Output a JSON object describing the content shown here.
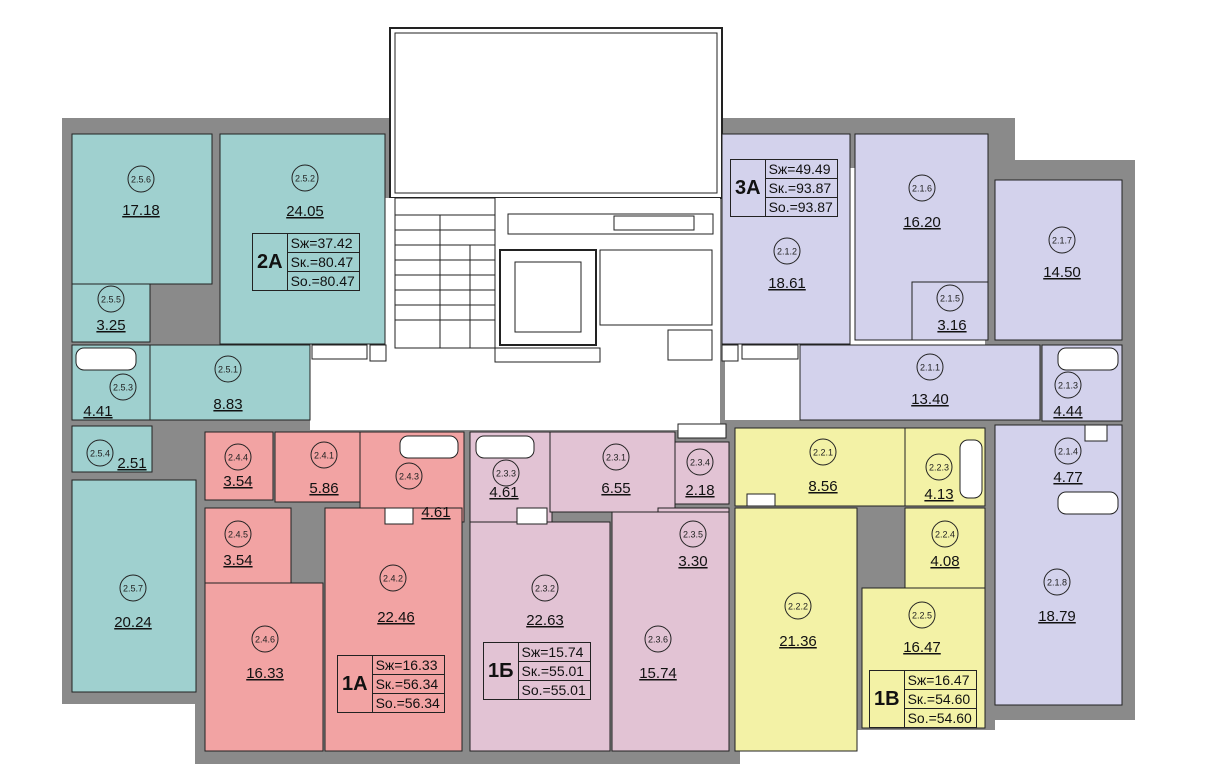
{
  "colors": {
    "apt_2A": "#9fd0cf",
    "apt_3A": "#d3d2ec",
    "apt_1A": "#f2a3a3",
    "apt_1B": "#e2c3d4",
    "apt_1V": "#f3f2a6",
    "wall": "#8a8a8a",
    "line": "#222222"
  },
  "rooms": [
    {
      "id": "2.5.6",
      "area": "17.18"
    },
    {
      "id": "2.5.2",
      "area": "24.05"
    },
    {
      "id": "2.5.5",
      "area": "3.25"
    },
    {
      "id": "2.5.3",
      "area": "4.41"
    },
    {
      "id": "2.5.1",
      "area": "8.83"
    },
    {
      "id": "2.5.4",
      "area": "2.51"
    },
    {
      "id": "2.5.7",
      "area": "20.24"
    },
    {
      "id": "2.1.2",
      "area": "18.61"
    },
    {
      "id": "2.1.6",
      "area": "16.20"
    },
    {
      "id": "2.1.7",
      "area": "14.50"
    },
    {
      "id": "2.1.5",
      "area": "3.16"
    },
    {
      "id": "2.1.1",
      "area": "13.40"
    },
    {
      "id": "2.1.3",
      "area": "4.44"
    },
    {
      "id": "2.1.4",
      "area": "4.77"
    },
    {
      "id": "2.1.8",
      "area": "18.79"
    },
    {
      "id": "2.4.4",
      "area": "3.54"
    },
    {
      "id": "2.4.1",
      "area": "5.86"
    },
    {
      "id": "2.4.3",
      "area": "4.61"
    },
    {
      "id": "2.4.5",
      "area": "3.54"
    },
    {
      "id": "2.4.2",
      "area": "22.46"
    },
    {
      "id": "2.4.6",
      "area": "16.33"
    },
    {
      "id": "2.3.3",
      "area": "4.61"
    },
    {
      "id": "2.3.1",
      "area": "6.55"
    },
    {
      "id": "2.3.4",
      "area": "2.18"
    },
    {
      "id": "2.3.5",
      "area": "3.30"
    },
    {
      "id": "2.3.2",
      "area": "22.63"
    },
    {
      "id": "2.3.6",
      "area": "15.74"
    },
    {
      "id": "2.2.1",
      "area": "8.56"
    },
    {
      "id": "2.2.3",
      "area": "4.13"
    },
    {
      "id": "2.2.4",
      "area": "4.08"
    },
    {
      "id": "2.2.2",
      "area": "21.36"
    },
    {
      "id": "2.2.5",
      "area": "16.47"
    }
  ],
  "apartments": [
    {
      "code": "2А",
      "living": "Sж=37.42",
      "total": "Sк.=80.47",
      "overall": "Sо.=80.47"
    },
    {
      "code": "3А",
      "living": "Sж=49.49",
      "total": "Sк.=93.87",
      "overall": "Sо.=93.87"
    },
    {
      "code": "1А",
      "living": "Sж=16.33",
      "total": "Sк.=56.34",
      "overall": "Sо.=56.34"
    },
    {
      "code": "1Б",
      "living": "Sж=15.74",
      "total": "Sк.=55.01",
      "overall": "Sо.=55.01"
    },
    {
      "code": "1В",
      "living": "Sж=16.47",
      "total": "Sк.=54.60",
      "overall": "Sо.=54.60"
    }
  ]
}
